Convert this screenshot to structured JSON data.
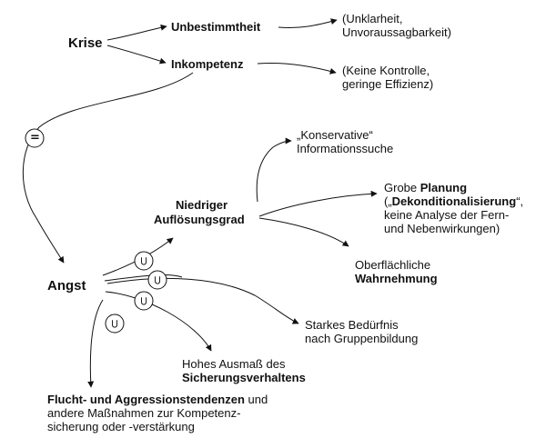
{
  "nodes": {
    "krise": "Krise",
    "unbestimmtheit": "Unbestimmtheit",
    "unbestimmtheit_note": [
      "(Unklarheit,",
      "Unvoraussagbarkeit)"
    ],
    "inkompetenz": "Inkompetenz",
    "inkompetenz_note": [
      "(Keine Kontrolle,",
      "geringe Effizienz)"
    ],
    "angst": "Angst",
    "aufloesung": [
      "Niedriger",
      "Auflösungsgrad"
    ],
    "konservativ": [
      "„Konservative“",
      "Informationssuche"
    ],
    "planung": {
      "line1_pre": "Grobe ",
      "line1_bold": "Planung",
      "line2_pre": "(„",
      "line2_bold": "Dekonditionalisierung",
      "line2_post": "“,",
      "line3": "keine Analyse der Fern-",
      "line4": "und Nebenwirkungen)"
    },
    "wahrnehmung": [
      "Oberflächliche",
      "Wahrnehmung"
    ],
    "gruppenbildung": [
      "Starkes Bedürfnis",
      "nach Gruppenbildung"
    ],
    "sicherung": [
      "Hohes Ausmaß des",
      "Sicherungsverhaltens"
    ],
    "flucht": {
      "line1_bold": "Flucht- und Aggressionstendenzen",
      "line1_post": " und",
      "line2": "andere Maßnahmen zur Kompetenz-",
      "line3": "sicherung oder -verstärkung"
    }
  },
  "symbols": {
    "equals": "=",
    "subset": "⊃"
  }
}
